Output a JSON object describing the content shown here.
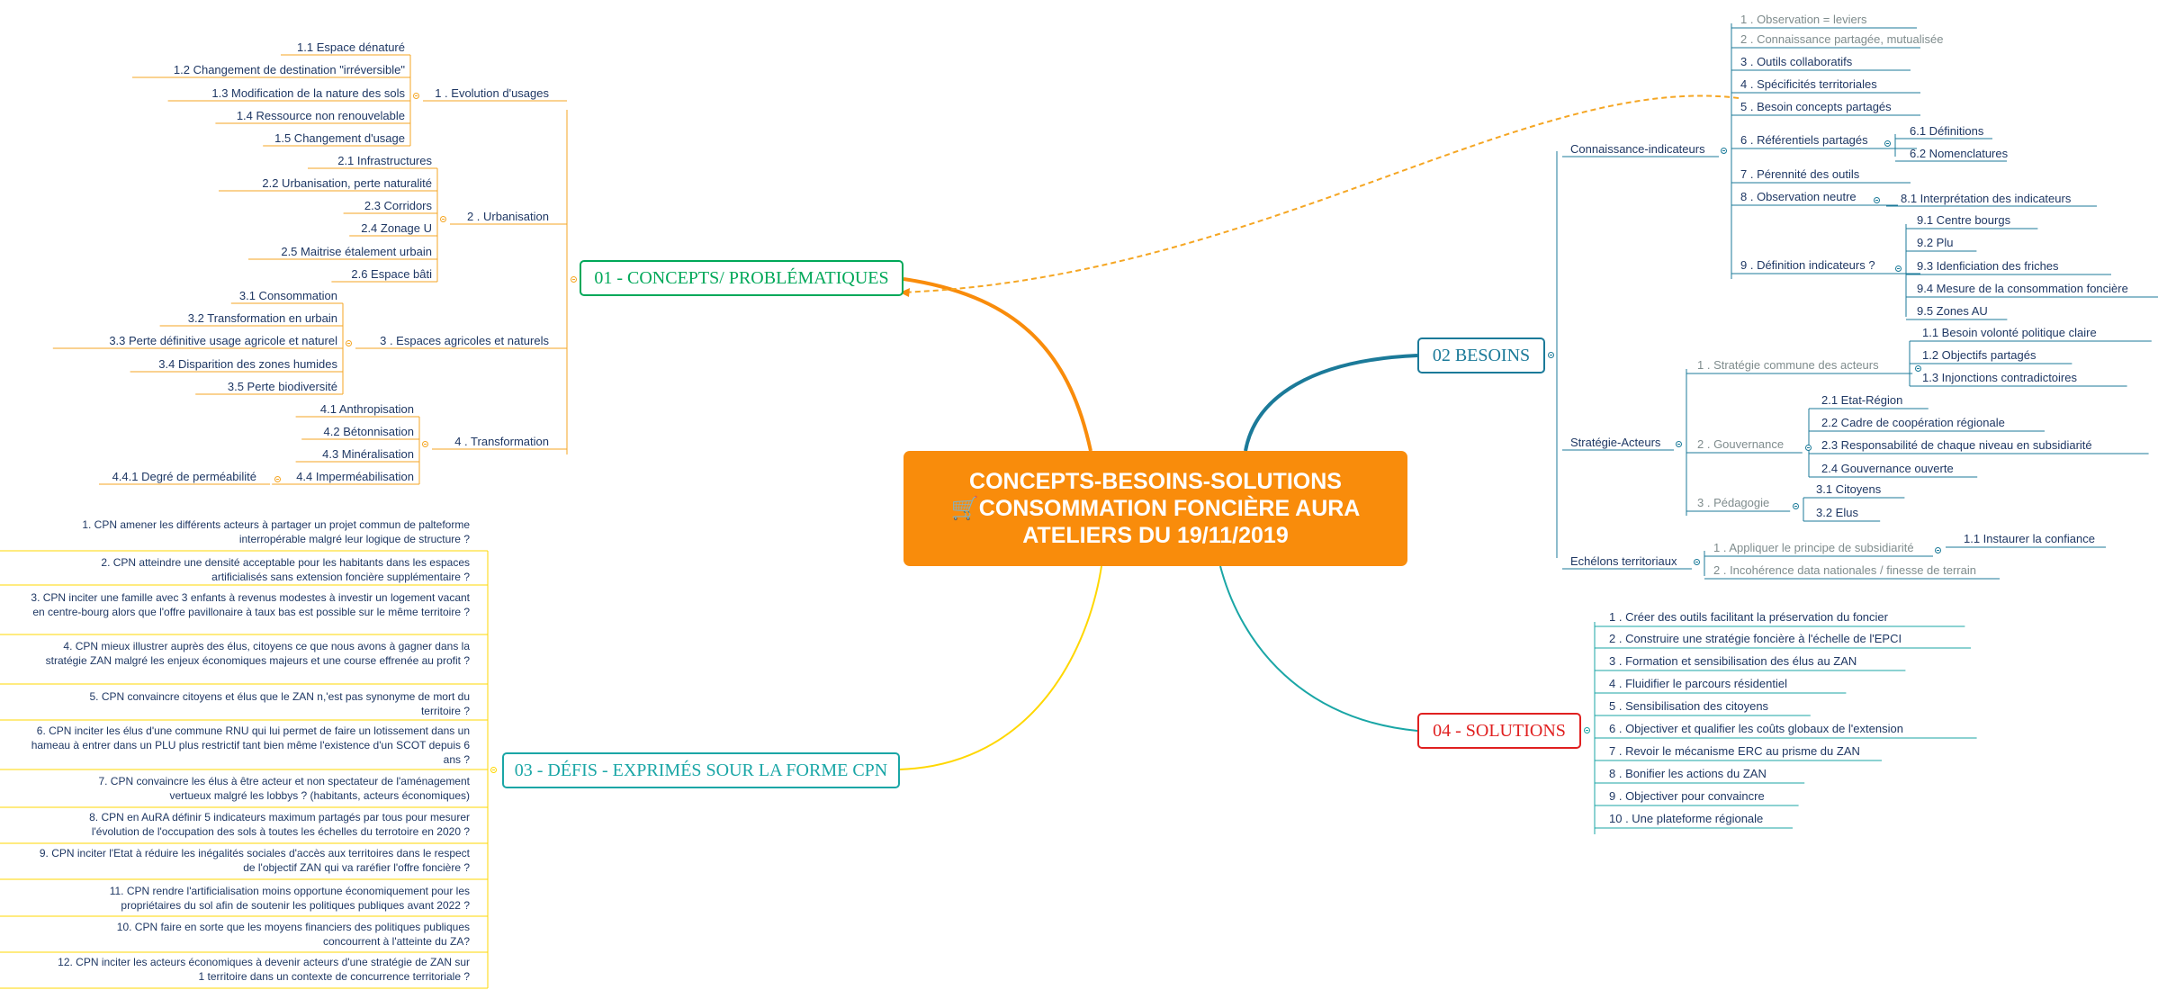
{
  "central": {
    "lines": [
      "CONCEPTS-BESOINS-SOLUTIONS",
      "CONSOMMATION FONCIÈRE AURA",
      "ATELIERS DU 19/11/2019"
    ],
    "icon": "cart-icon",
    "color": "#f98c0b"
  },
  "concepts": {
    "title": "01 - CONCEPTS/ PROBLÉMATIQUES",
    "color": "#00a859",
    "line_color": "#f5a623",
    "groups": [
      {
        "label": "1 .  Evolution d'usages",
        "items": [
          "1.1  Espace dénaturé",
          "1.2  Changement de destination \"irréversible\"",
          "1.3  Modification de la nature des sols",
          "1.4  Ressource non renouvelable",
          "1.5  Changement d'usage"
        ]
      },
      {
        "label": "2 .  Urbanisation",
        "items": [
          "2.1  Infrastructures",
          "2.2  Urbanisation, perte naturalité",
          "2.3  Corridors",
          "2.4  Zonage U",
          "2.5  Maitrise étalement urbain",
          "2.6  Espace bâti"
        ]
      },
      {
        "label": "3 .  Espaces agricoles et naturels",
        "items": [
          "3.1  Consommation",
          "3.2  Transformation en urbain",
          "3.3  Perte définitive usage agricole et naturel",
          "3.4  Disparition des zones humides",
          "3.5  Perte biodiversité"
        ]
      },
      {
        "label": "4 .  Transformation",
        "items": [
          "4.1  Anthropisation",
          "4.2  Bétonnisation",
          "4.3  Minéralisation",
          "4.4  Imperméabilisation"
        ],
        "sub": "4.4.1  Degré de perméabilité"
      }
    ]
  },
  "besoins": {
    "title": "02 BESOINS",
    "color": "#1b7a99",
    "groups": [
      {
        "label": "Connaissance-indicateurs",
        "items": [
          {
            "label": "1 .  Observation = leviers",
            "muted": true
          },
          {
            "label": "2 .  Connaissance partagée, mutualisée",
            "muted": true
          },
          {
            "label": "3 .  Outils collaboratifs"
          },
          {
            "label": "4 .  Spécificités territoriales"
          },
          {
            "label": "5 .  Besoin concepts partagés"
          },
          {
            "label": "6 .  Référentiels partagés",
            "subs": [
              "6.1  Définitions",
              "6.2  Nomenclatures"
            ]
          },
          {
            "label": "7 .  Pérennité des outils"
          },
          {
            "label": "8 .  Observation neutre",
            "subs": [
              "8.1  Interprétation des indicateurs"
            ]
          },
          {
            "label": "9 .  Définition indicateurs ?",
            "subs": [
              "9.1  Centre bourgs",
              "9.2  Plu",
              "9.3  Idenficiation des friches",
              "9.4  Mesure de la consommation foncière",
              "9.5  Zones AU"
            ]
          }
        ]
      },
      {
        "label": "Stratégie-Acteurs",
        "items": [
          {
            "label": "1 .  Stratégie commune des acteurs",
            "muted": true,
            "subs": [
              "1.1  Besoin volonté politique claire",
              "1.2  Objectifs partagés",
              "1.3  Injonctions contradictoires"
            ]
          },
          {
            "label": "2 .  Gouvernance",
            "muted": true,
            "subs": [
              "2.1  Etat-Région",
              "2.2  Cadre de coopération régionale",
              "2.3  Responsabilité de chaque niveau en subsidiarité",
              "2.4  Gouvernance ouverte"
            ]
          },
          {
            "label": "3 .  Pédagogie",
            "muted": true,
            "subs": [
              "3.1  Citoyens",
              "3.2  Elus"
            ]
          }
        ]
      },
      {
        "label": "Echélons territoriaux",
        "items": [
          {
            "label": "1 .  Appliquer le principe de subsidiarité",
            "muted": true,
            "subs": [
              "1.1  Instaurer la confiance"
            ]
          },
          {
            "label": "2 .  Incohérence data nationales / finesse de terrain",
            "muted": true
          }
        ]
      }
    ]
  },
  "defis": {
    "title": "03 - DÉFIS - EXPRIMÉS SOUR LA FORME CPN",
    "color": "#1aa6a6",
    "line_color": "#ffd700",
    "items": [
      "1. CPN amener les différents acteurs à partager un projet commun de palteforme interropérable malgré leur logique de structure ?",
      "2. CPN atteindre une densité acceptable pour les habitants dans les espaces artificialisés sans extension foncière supplémentaire ?",
      "3. CPN inciter une famille avec 3 enfants à revenus modestes à investir un logement vacant en centre-bourg alors que l'offre pavillonaire à taux bas est possible sur le même territoire ?",
      "4. CPN mieux illustrer auprès des élus, citoyens ce que nous avons à gagner dans la stratégie ZAN malgré les enjeux économiques majeurs et une course effrenée au profit ?",
      "5. CPN convaincre citoyens et élus que le ZAN n,'est pas synonyme de mort du territoire ?",
      "6. CPN inciter les élus d'une commune RNU qui lui permet de faire un lotissement dans un hameau à entrer dans un PLU plus restrictif tant bien même l'existence d'un SCOT depuis 6 ans ?",
      "7. CPN convaincre les élus à être acteur et non spectateur de l'aménagement vertueux malgré les lobbys ? (habitants, acteurs économiques)",
      "8. CPN en AuRA définir 5 indicateurs maximum partagés par tous pour mesurer l'évolution de l'occupation des sols à toutes les échelles du terrotoire en 2020 ?",
      "9. CPN inciter l'Etat à réduire les inégalités sociales d'accès aux territoires dans le respect de l'objectif ZAN qui va raréfier l'offre foncière ?",
      "11. CPN rendre l'artificialisation moins opportune économiquement pour les propriétaires du sol afin de soutenir les politiques publiques avant 2022 ?",
      "10. CPN faire en sorte que les moyens financiers des politiques publiques concourrent à l'atteinte du ZA?",
      "12. CPN inciter les acteurs économiques à devenir acteurs d'une stratégie de ZAN sur 1 territoire dans un contexte de concurrence territoriale ?"
    ]
  },
  "solutions": {
    "title": "04 - SOLUTIONS",
    "color": "#e02020",
    "line_color": "#1aa6a6",
    "items": [
      "1 .  Créer des outils facilitant la préservation du foncier",
      "2 .  Construire une stratégie foncière à l'échelle de l'EPCI",
      "3 .  Formation et sensibilisation des élus au ZAN",
      "4 .  Fluidifier le parcours résidentiel",
      "5 .  Sensibilisation des citoyens",
      "6 .  Objectiver et qualifier les coûts globaux de l'extension",
      "7 .  Revoir le mécanisme ERC au prisme du ZAN",
      "8 .  Bonifier les actions du ZAN",
      "9 .  Objectiver pour convaincre",
      "10 .  Une plateforme régionale"
    ]
  }
}
